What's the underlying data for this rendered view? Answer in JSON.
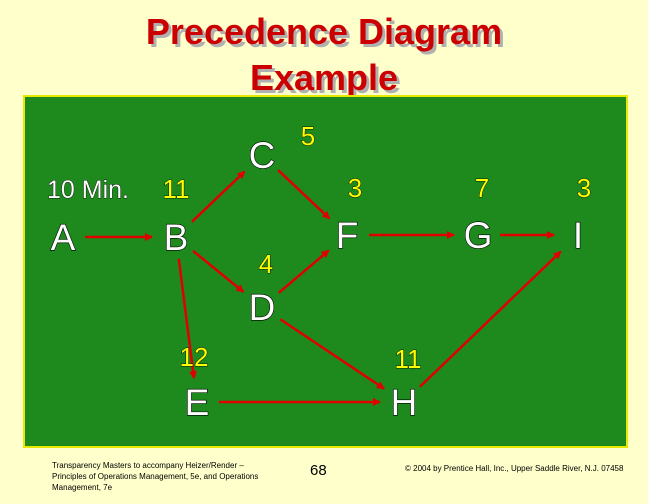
{
  "title": {
    "line1": "Precedence Diagram",
    "line2": "Example"
  },
  "diagram": {
    "nodes": [
      {
        "id": "A",
        "letter": "A",
        "duration": "10 Min."
      },
      {
        "id": "B",
        "letter": "B",
        "duration": "11"
      },
      {
        "id": "C",
        "letter": "C",
        "duration": "5"
      },
      {
        "id": "D",
        "letter": "D",
        "duration": "4"
      },
      {
        "id": "E",
        "letter": "E",
        "duration": "12"
      },
      {
        "id": "F",
        "letter": "F",
        "duration": "3"
      },
      {
        "id": "G",
        "letter": "G",
        "duration": "7"
      },
      {
        "id": "H",
        "letter": "H",
        "duration": "11"
      },
      {
        "id": "I",
        "letter": "I",
        "duration": "3"
      }
    ],
    "edges": [
      {
        "from": "A",
        "to": "B"
      },
      {
        "from": "B",
        "to": "C"
      },
      {
        "from": "B",
        "to": "D"
      },
      {
        "from": "B",
        "to": "E"
      },
      {
        "from": "C",
        "to": "F"
      },
      {
        "from": "D",
        "to": "F"
      },
      {
        "from": "F",
        "to": "G"
      },
      {
        "from": "G",
        "to": "I"
      },
      {
        "from": "E",
        "to": "H"
      },
      {
        "from": "D",
        "to": "H"
      },
      {
        "from": "H",
        "to": "I"
      }
    ],
    "colors": {
      "background": "#1e8a1e",
      "border": "#e8e800",
      "arrow": "#e00000",
      "letter": "#ffffff",
      "number": "#ffff00"
    }
  },
  "footer": {
    "left_text": "Transparency Masters to accompany Heizer/Render – Principles of Operations Management, 5e, and Operations Management, 7e",
    "page_number": "68",
    "right_text": "© 2004 by Prentice Hall, Inc., Upper Saddle River, N.J. 07458"
  }
}
